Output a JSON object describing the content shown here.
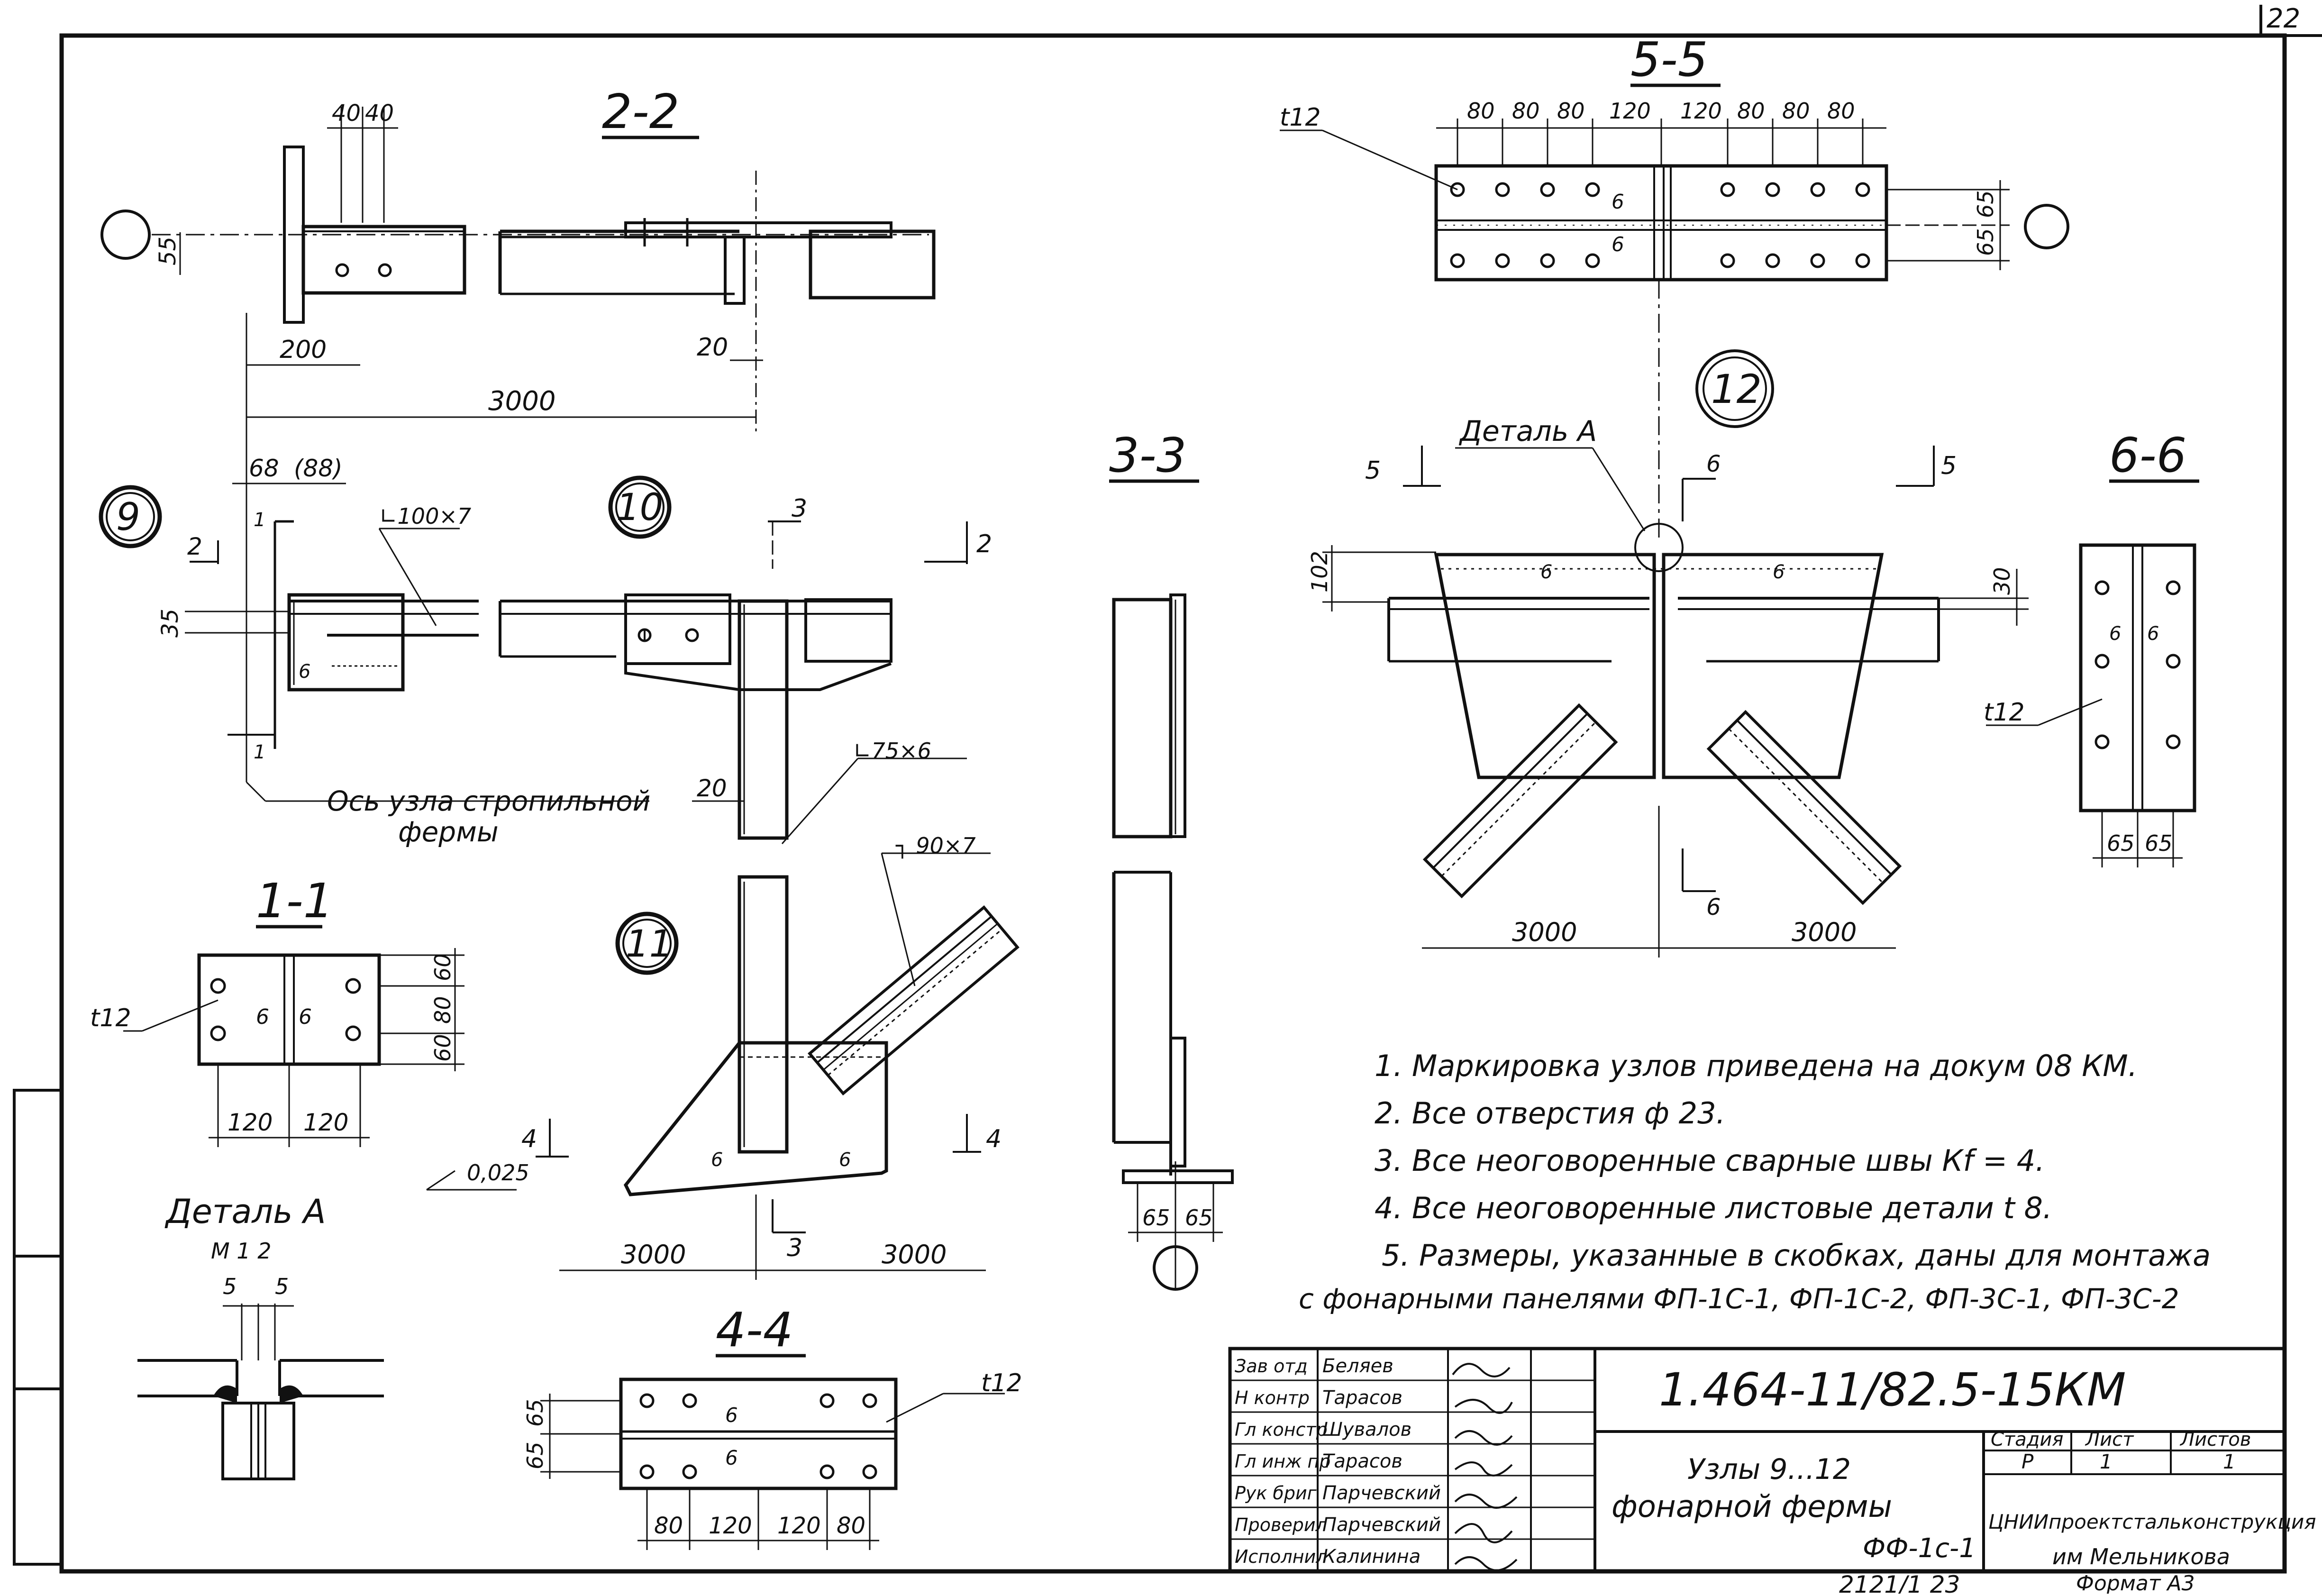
{
  "sheet": {
    "corner_number": "22",
    "bottom_stamp": "2121/1 23",
    "format": "Формат А3"
  },
  "views": {
    "section_2_2": {
      "label": "2-2",
      "dims_top": [
        "40",
        "40"
      ],
      "dim_side": "55",
      "dim_200": "200",
      "dim_20": "20",
      "dim_3000": "3000",
      "dim_68": "68",
      "dim_88": "(88)"
    },
    "node_9": {
      "label": "9",
      "angle": "∟100×7",
      "dim_35": "35",
      "cut_2": "2",
      "cut_1": "1",
      "six": "6",
      "axis_note_line1": "Ось узла стропильной",
      "axis_note_line2": "фермы"
    },
    "node_10": {
      "label": "10",
      "cut_3": "3",
      "cut_2": "2",
      "angle": "∟75×6",
      "dim_20": "20"
    },
    "section_1_1": {
      "label": "1-1",
      "plate": "t12",
      "dims_right": [
        "60",
        "80",
        "60"
      ],
      "dims_bottom": [
        "120",
        "120"
      ],
      "six": "6"
    },
    "detail_a": {
      "label": "Деталь А",
      "scale": "М 1 2",
      "dims": [
        "5",
        "5"
      ]
    },
    "node_11": {
      "label": "11",
      "angle": "┐ 90×7",
      "slope": "0,025",
      "cut_4": "4",
      "cut_3": "3",
      "dims_bottom": [
        "3000",
        "3000"
      ],
      "six": "6"
    },
    "section_4_4": {
      "label": "4-4",
      "plate": "t12",
      "dims_left": [
        "65",
        "65"
      ],
      "dims_bottom": [
        "80",
        "120",
        "120",
        "80"
      ],
      "six": "6"
    },
    "section_3_3": {
      "label": "3-3",
      "dims_bottom": [
        "65",
        "65"
      ]
    },
    "section_5_5": {
      "label": "5-5",
      "plate": "t12",
      "dims_top": [
        "80",
        "80",
        "80",
        "120",
        "120",
        "80",
        "80",
        "80"
      ],
      "dims_right": [
        "65",
        "65"
      ],
      "six": "6"
    },
    "node_12": {
      "label": "12",
      "detail_ref": "Деталь А",
      "cut_5": "5",
      "cut_6": "6",
      "dim_102": "102",
      "dim_30": "30",
      "dims_bottom": [
        "3000",
        "3000"
      ],
      "six": "6"
    },
    "section_6_6": {
      "label": "6-6",
      "plate": "t12",
      "dims_bottom": [
        "65",
        "65"
      ],
      "six": "6"
    }
  },
  "notes": [
    "1. Маркировка узлов приведена на докум 08 КМ.",
    "2. Все отверстия ф 23.",
    "3. Все неоговоренные сварные швы Кf = 4.",
    "4. Все неоговоренные листовые детали t 8.",
    "5. Размеры, указанные в скобках, даны для монтажа",
    "с фонарными панелями ФП-1С-1, ФП-1С-2, ФП-3С-1, ФП-3С-2"
  ],
  "title_block": {
    "document_code": "1.464-11/82.5-15КМ",
    "staff": [
      {
        "role": "Зав отд",
        "name": "Беляев"
      },
      {
        "role": "Н контр",
        "name": "Тарасов"
      },
      {
        "role": "Гл констр",
        "name": "Шувалов"
      },
      {
        "role": "Гл инж пр",
        "name": "Тарасов"
      },
      {
        "role": "Рук бриг",
        "name": "Парчевский"
      },
      {
        "role": "Проверил",
        "name": "Парчевский"
      },
      {
        "role": "Исполнил",
        "name": "Калинина"
      }
    ],
    "title_line1": "Узлы 9...12",
    "title_line2": "фонарной фермы",
    "title_line3": "ФФ-1с-1",
    "stage_header": "Стадия",
    "sheet_header": "Лист",
    "sheets_header": "Листов",
    "stage": "Р",
    "sheet": "1",
    "sheets": "1",
    "org_line1": "ЦНИИпроектстальконструкция",
    "org_line2": "им Мельникова"
  }
}
